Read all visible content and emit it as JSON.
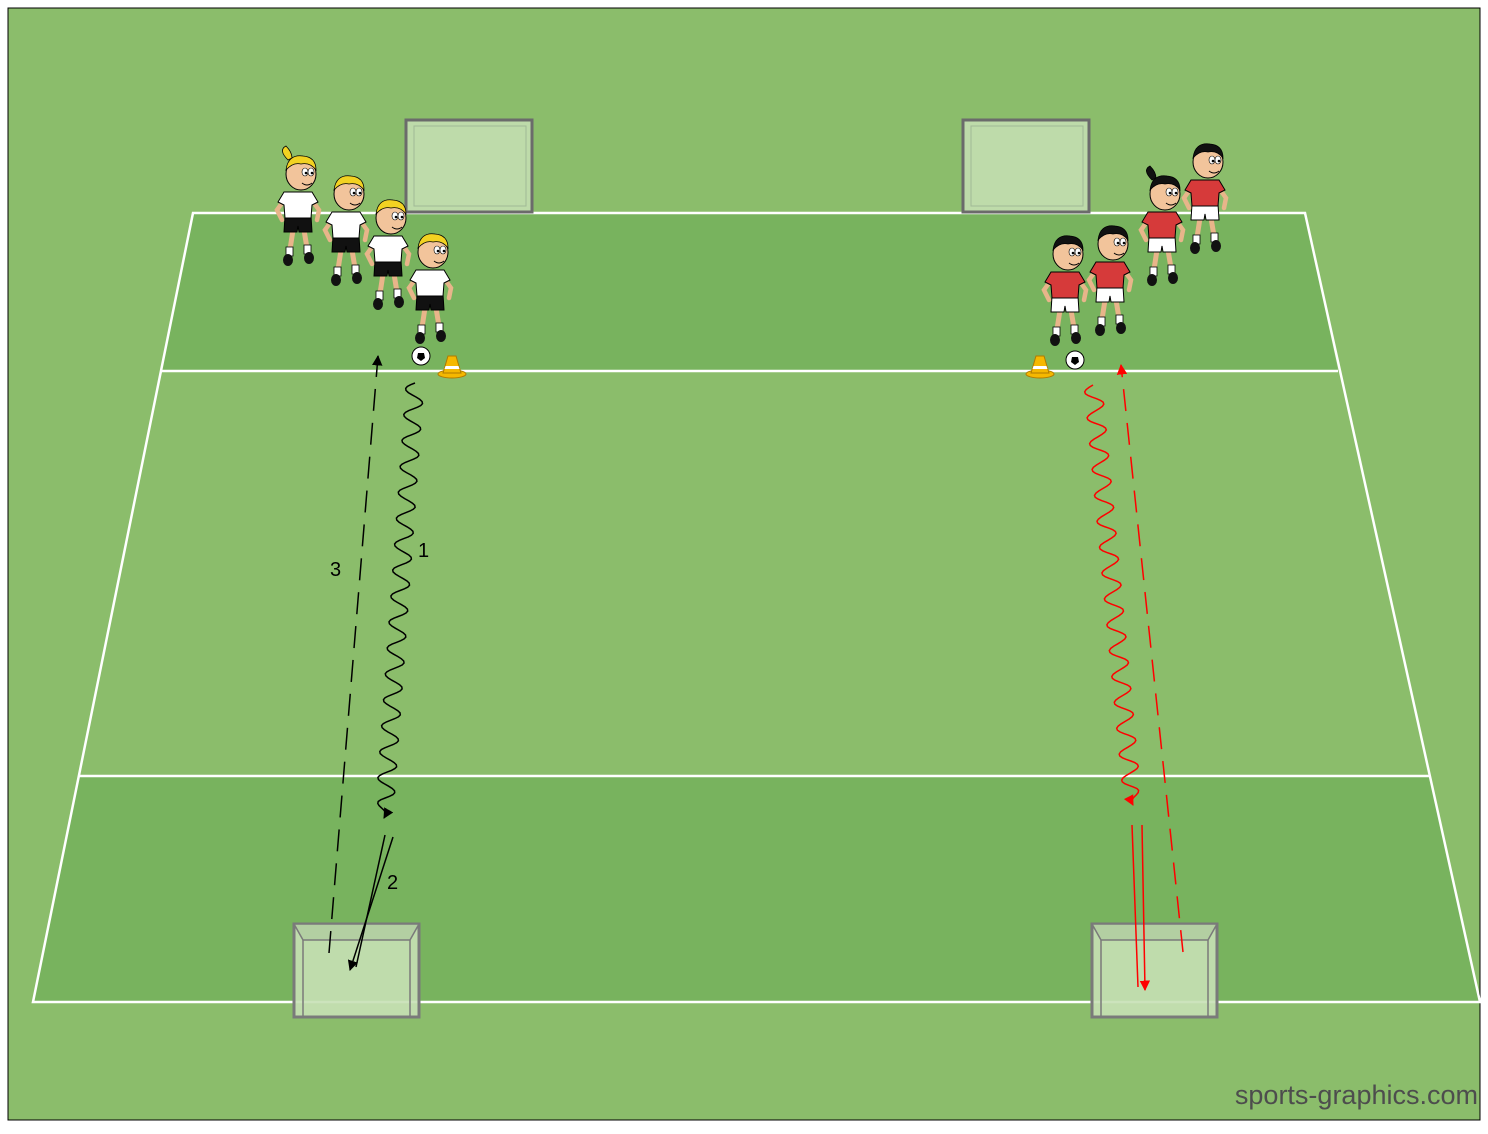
{
  "labels": {
    "run_label": "1",
    "pass_label": "2",
    "return_label": "3"
  },
  "watermark": "sports-graphics.com",
  "colors": {
    "background": "#8bbd6b",
    "pitch_light": "#8bbd6b",
    "pitch_dark": "#78b35e",
    "line": "#ffffff",
    "white_team_shirt": "#ffffff",
    "red_team_shirt": "#d63a3a",
    "left_arrows": "#000000",
    "right_arrows": "#ff0000",
    "cone": "#f5b800"
  },
  "teams": [
    {
      "name": "white-team",
      "players": 4
    },
    {
      "name": "red-team",
      "players": 4
    }
  ]
}
